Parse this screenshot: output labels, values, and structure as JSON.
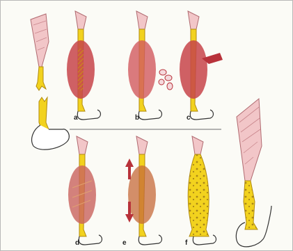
{
  "figure": {
    "panel_labels": [
      "a",
      "b",
      "c",
      "d",
      "e",
      "f"
    ]
  },
  "colors": {
    "tendon_yellow": "#f2d21e",
    "tendon_outline": "#b08a10",
    "muscle_pink": "#f2c6c8",
    "muscle_outline": "#b06a70",
    "callus_red": "#c7444a",
    "callus_orange": "#c56a3a",
    "arrow_red": "#b8323a",
    "divider": "#9a9a9a",
    "bone_outline": "#333333"
  },
  "icons": {
    "stage_a": "tendon-hematoma-icon",
    "stage_b": "tendon-inflammatory-cells-icon",
    "stage_c": "tendon-vascularization-icon",
    "stage_d": "tendon-callus-icon",
    "stage_e": "tendon-tension-remodeling-icon",
    "stage_f": "tendon-fibrous-remodeling-icon"
  }
}
